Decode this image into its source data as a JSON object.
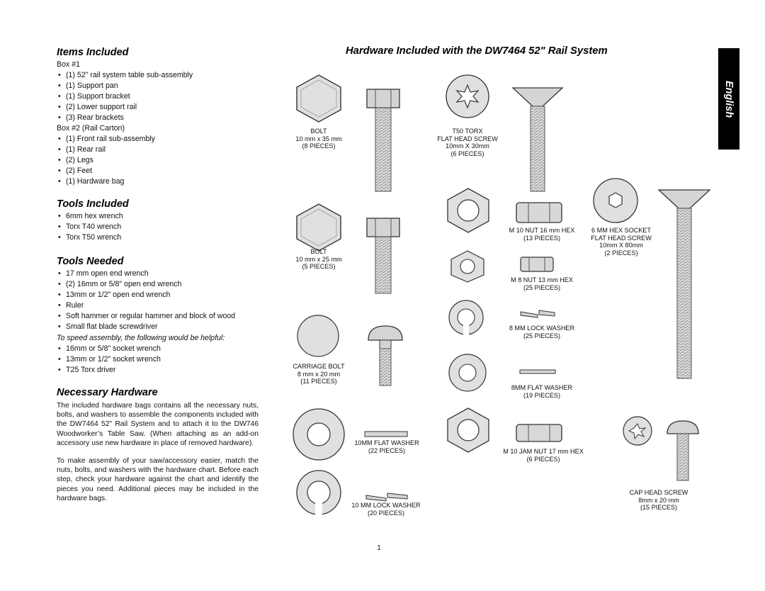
{
  "left": {
    "items_included": {
      "title": "Items Included",
      "box1": "Box  #1",
      "box1_items": [
        "(1) 52\" rail system table sub-assembly",
        "(1) Support pan",
        "(1) Support bracket",
        "(2) Lower support rail",
        "(3) Rear brackets"
      ],
      "box2": "Box  #2 (Rail Carton)",
      "box2_items": [
        "(1) Front rail sub-assembly",
        "(1) Rear rail",
        "(2) Legs",
        "(2) Feet",
        "(1) Hardware bag"
      ]
    },
    "tools_included": {
      "title": "Tools Included",
      "items": [
        "6mm hex wrench",
        "Torx T40 wrench",
        "Torx T50 wrench"
      ]
    },
    "tools_needed": {
      "title": "Tools Needed",
      "items": [
        "17 mm open end wrench",
        "(2) 16mm or 5/8\" open end wrench",
        "13mm or 1/2\" open end wrench",
        "Ruler",
        "Soft hammer or regular hammer and block of wood",
        "Small flat blade screwdriver"
      ],
      "helpful_note": "To speed assembly, the following would be helpful:",
      "helpful_items": [
        "16mm or 5/8\" socket wrench",
        "13mm or 1/2\" socket wrench",
        "T25 Torx driver"
      ]
    },
    "necessary_hardware": {
      "title": "Necessary Hardware",
      "para1": "The included hardware bags contains all the necessary nuts, bolts, and washers to assemble the components included with the DW7464 52\" Rail System and to attach it to the DW746 Woodworker’s Table Saw. (When attaching as an add-on accessory use new hardware in place of removed hardware).",
      "para2": "To make assembly of your saw/accessory easier, match the nuts, bolts, and washers with the hardware chart. Before each step, check your hardware against the chart and identify the pieces you need. Additional pieces may be included in the hardware bags."
    }
  },
  "right": {
    "title": "Hardware Included with the DW7464 52\" Rail System",
    "language_tab": "English",
    "labels": {
      "bolt35": [
        "BOLT",
        "10 mm x 35 mm",
        "(8 PIECES)"
      ],
      "torx": [
        "T50 TORX",
        "FLAT HEAD SCREW",
        "10mm X 30mm",
        "(6 PIECES)"
      ],
      "bolt25": [
        "BOLT",
        "10 mm x 25 mm",
        "(5 PIECES)"
      ],
      "nut16": [
        "M 10 NUT 16 mm HEX",
        "(13 PIECES)"
      ],
      "hexsocket": [
        "6 MM HEX SOCKET",
        "FLAT HEAD SCREW",
        "10mm X 80mm",
        "(2 PIECES)"
      ],
      "nut13": [
        "M 8 NUT 13 mm HEX",
        "(25 PIECES)"
      ],
      "lock8": [
        "8 MM LOCK WASHER",
        "(25 PIECES)"
      ],
      "carriage": [
        "CARRIAGE BOLT",
        "8 mm x 20 mm",
        "(11 PIECES)"
      ],
      "flat8": [
        "8MM FLAT WASHER",
        "(19 PIECES)"
      ],
      "flat10": [
        "10MM FLAT WASHER",
        "(22 PIECES)"
      ],
      "jamnut": [
        "M 10 JAM NUT 17 mm HEX",
        "(6 PIECES)"
      ],
      "caphead": [
        "CAP HEAD SCREW",
        "8mm x 20 mm",
        "(15 PIECES)"
      ],
      "lock10": [
        "10 MM LOCK WASHER",
        "(20 PIECES)"
      ]
    }
  },
  "page_number": "1"
}
